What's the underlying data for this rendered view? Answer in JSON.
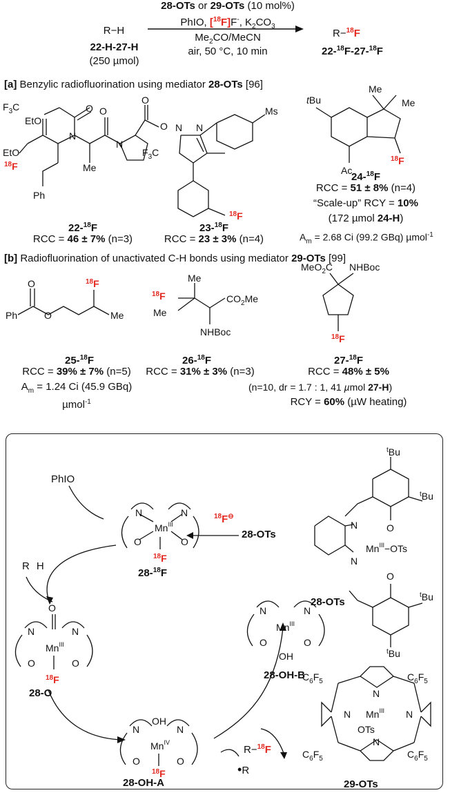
{
  "header": {
    "mediator_line": {
      "a": "28-OTs",
      "b": " or ",
      "c": "29-OTs",
      "d": " (10 mol%)"
    },
    "reagents_line": {
      "a": "PhIO, ",
      "b": "[",
      "c": "18",
      "d": "F]",
      "e": "F",
      "f": "-",
      "g": ", K",
      "h": "2",
      "i": "CO",
      "j": "3"
    },
    "solvent_line": {
      "a": "Me",
      "b": "2",
      "c": "CO/MeCN"
    },
    "conditions_line": "air, 50 °C, 10 min",
    "substrate": "R−H",
    "substrate_id": "22-H-27-H",
    "substrate_amount": "(250 µmol)",
    "product": {
      "a": "R−",
      "b": "18",
      "c": "F"
    },
    "product_id": {
      "a": "22-",
      "b": "18",
      "c": "F-27-",
      "d": "18",
      "e": "F"
    }
  },
  "section_a": {
    "tag": "[a]",
    "text": " Benzylic radiofluorination using mediator ",
    "mediator": "28-OTs",
    "ref": " [96]"
  },
  "section_b": {
    "tag": "[b]",
    "text": " Radiofluorination of unactivated C-H bonds using mediator ",
    "mediator": "29-OTs",
    "ref": " [99]"
  },
  "compounds": {
    "c22": {
      "id_a": "22-",
      "id_b": "18",
      "id_c": "F",
      "rcc_label": "RCC = ",
      "rcc_val": "46 ± 7%",
      "rcc_n": " (n=3)"
    },
    "c23": {
      "id_a": "23-",
      "id_b": "18",
      "id_c": "F",
      "rcc_label": "RCC = ",
      "rcc_val": "23 ± 3%",
      "rcc_n": " (n=4)"
    },
    "c24": {
      "id_a": "24-",
      "id_b": "18",
      "id_c": "F",
      "rcc_label": "RCC = ",
      "rcc_val": "51 ± 8%",
      "rcc_n": " (n=4)",
      "scale_label": "“Scale-up” RCY = ",
      "scale_val": "10%",
      "amount_a": "(172 µmol ",
      "amount_b": "24-H",
      "amount_c": ")",
      "am_a": "A",
      "am_b": "m",
      "am_c": " = 2.68 Ci (99.2 GBq) µmol",
      "am_d": "-1"
    },
    "c25": {
      "id_a": "25-",
      "id_b": "18",
      "id_c": "F",
      "rcc_label": "RCC = ",
      "rcc_val": "39% ± 7%",
      "rcc_n": " (n=5)",
      "am_a": "A",
      "am_b": "m",
      "am_c": " = 1.24 Ci (45.9 GBq)",
      "unit_a": "µmol",
      "unit_b": "-1"
    },
    "c26": {
      "id_a": "26-",
      "id_b": "18",
      "id_c": "F",
      "rcc_label": "RCC = ",
      "rcc_val": "31% ± 3%",
      "rcc_n": " (n=3)"
    },
    "c27": {
      "id_a": "27-",
      "id_b": "18",
      "id_c": "F",
      "rcc_label": "RCC = ",
      "rcc_val": "48% ± 5%",
      "n_a": "(n=10, dr = 1.7 : 1, 41 ",
      "n_b": "µ",
      "n_c": "mol ",
      "n_d": "27-H",
      "n_e": ")",
      "rcy_a": "RCY = ",
      "rcy_b": "60%",
      "rcy_c": " (µW heating)"
    }
  },
  "structure_labels": {
    "s22": [
      "F",
      "3",
      "C",
      "O",
      "N",
      "EtO",
      "O",
      "N",
      "O",
      "O",
      "EtO",
      "Me",
      "18",
      "F",
      "Ph"
    ],
    "s23": [
      "F",
      "3",
      "C",
      "N",
      "N",
      "Ms",
      "18",
      "F"
    ],
    "s24": [
      "t",
      "Bu",
      "Me",
      "Me",
      "Ac",
      "18",
      "F"
    ],
    "s25": [
      "18",
      "F",
      "Ph",
      "O",
      "O",
      "Me"
    ],
    "s26": [
      "18",
      "F",
      "Me",
      "Me",
      "CO",
      "2",
      "Me",
      "NHBoc"
    ],
    "s27": [
      "MeO",
      "2",
      "C",
      "NHBoc",
      "18",
      "F"
    ]
  },
  "cycle": {
    "phio": "PhIO",
    "fluoride_a": "18",
    "fluoride_b": "F",
    "fluoride_charge": "⊖",
    "mediator": "28-OTs",
    "rh_a": "R",
    "rh_b": "H",
    "complex_28F": {
      "id_a": "28-",
      "id_b": "18",
      "id_c": "F",
      "metal": "Mn",
      "ox": "III",
      "N1": "N",
      "N2": "N",
      "O1": "O",
      "O2": "O",
      "lig_a": "18",
      "lig_b": "F"
    },
    "complex_28O": {
      "id": "28-O",
      "metal": "Mn",
      "ox": "III",
      "N1": "N",
      "N2": "N",
      "O1": "O",
      "O2": "O",
      "oxo": "O",
      "lig_a": "18",
      "lig_b": "F"
    },
    "complex_28OHA": {
      "id": "28-OH-A",
      "metal": "Mn",
      "ox": "IV",
      "N1": "N",
      "N2": "N",
      "O1": "O",
      "O2": "O",
      "oh": "OH",
      "lig_a": "18",
      "lig_b": "F"
    },
    "complex_28OHB": {
      "id": "28-OH-B",
      "metal": "Mn",
      "ox": "III",
      "N1": "N",
      "N2": "N",
      "O1": "O",
      "O2": "O",
      "oh": "OH"
    },
    "radical": "R",
    "product_a": "R−",
    "product_b": "18",
    "product_c": "F",
    "salen": {
      "id": "28-OTs",
      "tbu1": "t",
      "tbu1b": "Bu",
      "tbu2": "t",
      "tbu2b": "Bu",
      "tbu3": "t",
      "tbu3b": "Bu",
      "tbu4": "t",
      "tbu4b": "Bu",
      "N1": "N",
      "N2": "N",
      "O1": "O",
      "O2": "O",
      "metal": "Mn",
      "ox": "III",
      "ots": "−OTs"
    },
    "porphyrin": {
      "id": "29-OTs",
      "c6f5": [
        "C",
        "6",
        "F",
        "5"
      ],
      "N": "N",
      "metal": "Mn",
      "ox": "III",
      "ots": "OTs"
    }
  }
}
